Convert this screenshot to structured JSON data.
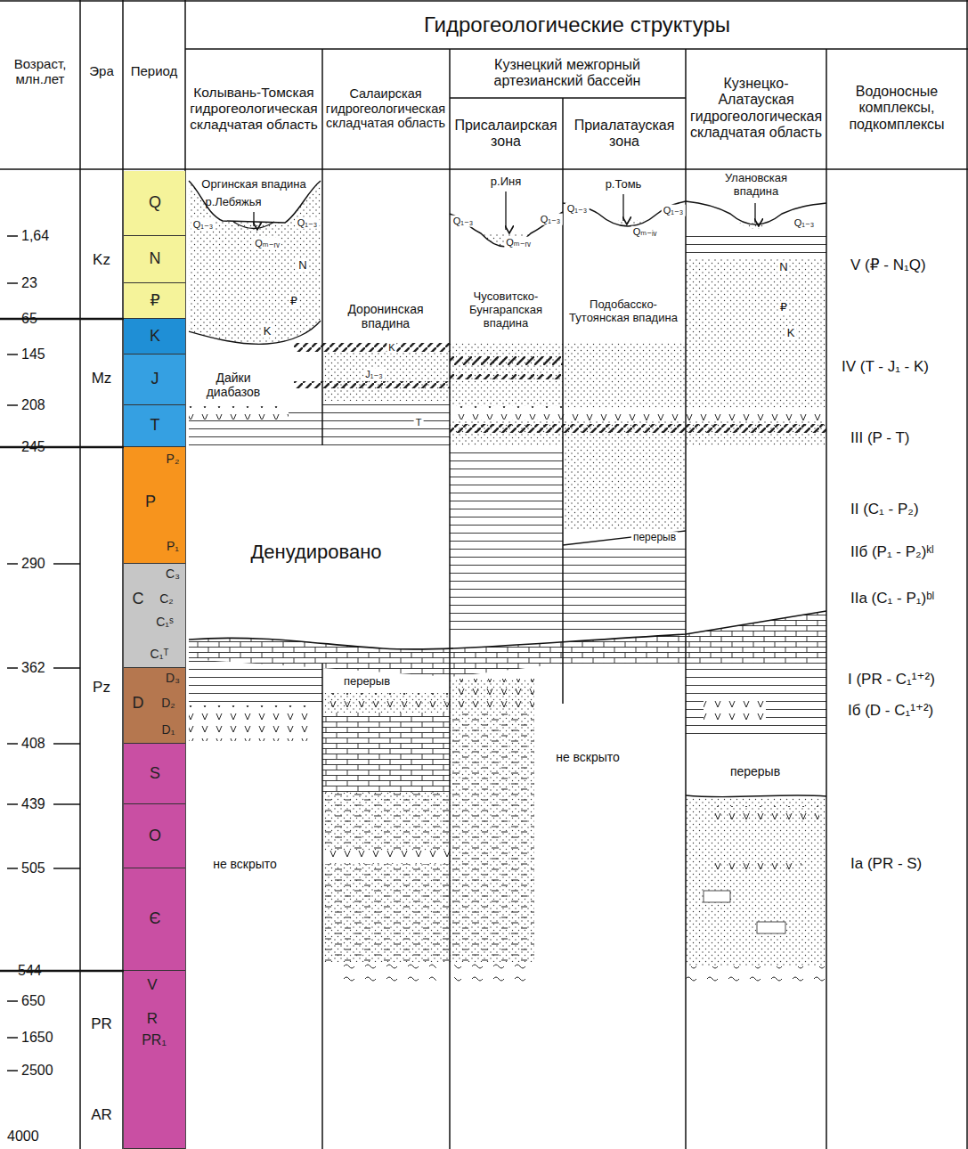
{
  "diagram": {
    "nodes": [
      {
        "text": [
          "Q"
        ]
      },
      {
        "text": [
          "N"
        ]
      },
      {
        "text": [
          "₽"
        ]
      },
      {
        "text": [
          "K"
        ]
      },
      {
        "text": [
          "J"
        ]
      },
      {
        "text": [
          "T"
        ]
      },
      {
        "text": [
          "P₂",
          "P",
          "P₁"
        ]
      },
      {
        "text": [
          "C₃",
          "C",
          "C₂",
          "C₁ˢ",
          "C₁ᵀ"
        ]
      },
      {
        "text": [
          "D₃",
          "D",
          "D₂",
          "D₁"
        ]
      },
      {
        "text": [
          "S"
        ]
      },
      {
        "text": [
          "O"
        ]
      },
      {
        "text": [
          "Є"
        ]
      },
      {
        "text": [
          "V",
          "R",
          "PR₁"
        ]
      }
    ],
    "labels": [
      "Гидрогеологические структуры",
      "Возраст, млн.лет",
      "Эра",
      "Период",
      "Колывань-Томская гидрогеологическая складчатая область",
      "Салаирская гидрогеологическая складчатая область",
      "Кузнецкий межгорный артезианский бассейн",
      "Присалаирская зона",
      "Приалатауская зона",
      "Кузнецко-Алатауская гидрогеологическая складчатая область",
      "Водоносные комплексы, подкомплексы",
      "1,64",
      "23",
      "65",
      "145",
      "208",
      "245",
      "290",
      "362",
      "408",
      "439",
      "505",
      "544",
      "650",
      "1650",
      "2500",
      "4000",
      "Kz",
      "Mz",
      "Pz",
      "PR",
      "AR",
      "Оргинская впадина",
      "р.Лебяжья",
      "Q₁₋₃",
      "Qₘ₋ᵣᵥ",
      "Q₁₋₃",
      "N",
      "₽",
      "K",
      "Дайки диабазов",
      "Денудировано",
      "не вскрыто",
      "Доронинская впадина",
      "K",
      "J₁₋₃",
      "T",
      "перерыв",
      "р.Иня",
      "Q₁₋₃",
      "Q₁₋₃",
      "Qₘ₋ᵣᵥ",
      "Чусовитско-Бунгарапская впадина",
      "не вскрыто",
      "р.Томь",
      "Q₁₋₃",
      "Qₘ₋ᵢᵥ",
      "Q₁₋₃",
      "Подобасско-Тутоянская впадина",
      "перерыв",
      "Улановская впадина",
      "Q₁₋₃",
      "N",
      "₽",
      "K",
      "перерыв",
      "V (₽ - N₁Q)",
      "IV (T - J₁ - K)",
      "III (P - T)",
      "II (C₁ - P₂)",
      "IIб (P₁ - P₂)ᵏˡ",
      "IIа (C₁ - P₁)ᵇˡ",
      "I (PR - C₁¹⁺²)",
      "Iб (D - C₁¹⁺²)",
      "Iа (PR - S)"
    ]
  }
}
